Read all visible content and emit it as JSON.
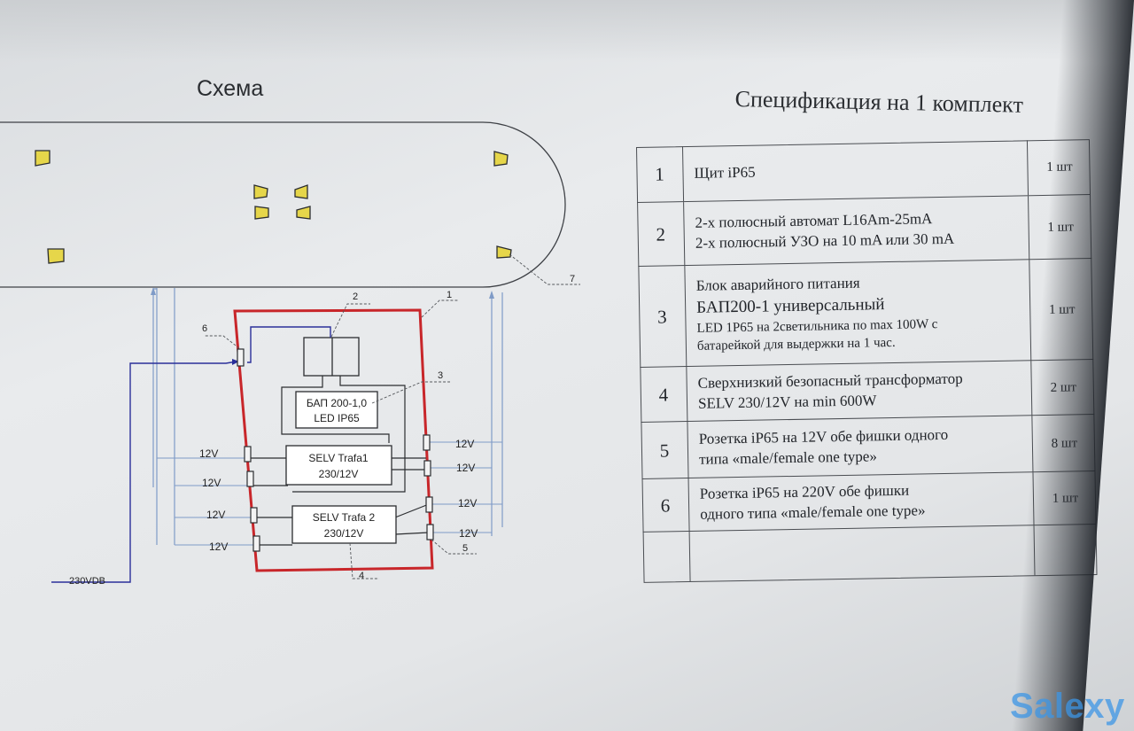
{
  "titles": {
    "schema": "Схема",
    "spec": "Спецификация на 1 комплект"
  },
  "diagram": {
    "panel_block": {
      "line1": "БАП 200-1,0",
      "line2": "LED IP65"
    },
    "trafo1": {
      "line1": "SELV Trafa1",
      "line2": "230/12V"
    },
    "trafo2": {
      "line1": "SELV Trafa 2",
      "line2": "230/12V"
    },
    "voltage_label": "12V",
    "supply_label": "230VDB",
    "callouts": [
      "1",
      "2",
      "3",
      "4",
      "5",
      "6",
      "7"
    ]
  },
  "spec_rows": [
    {
      "num": "1",
      "lines": [
        "Щит iP65"
      ],
      "qty": "1 шт"
    },
    {
      "num": "2",
      "lines": [
        "2-х полюсный автомат L16Am-25mA",
        "2-х полюсный УЗО на 10 mA или 30 mA"
      ],
      "qty": "1 шт"
    },
    {
      "num": "3",
      "lines": [
        "Блок аварийного питания",
        "БАП200-1 универсальный",
        "LED 1P65 на 2светильника по max 100W с",
        "батарейкой для выдержки на 1 час."
      ],
      "qty": "1 шт"
    },
    {
      "num": "4",
      "lines": [
        "Сверхнизкий безопасный трансформатор",
        "SELV 230/12V на min 600W"
      ],
      "qty": "2 шт"
    },
    {
      "num": "5",
      "lines": [
        "Розетка iP65 на 12V обе фишки одного",
        "типа «male/female one type»"
      ],
      "qty": "8 шт"
    },
    {
      "num": "6",
      "lines": [
        "Розетка iP65 на 220V обе фишки",
        "одного типа «male/female one type»"
      ],
      "qty": "1 шт"
    },
    {
      "num": "",
      "lines": [
        ""
      ],
      "qty": ""
    }
  ],
  "watermark": "Salexy",
  "colors": {
    "enclosure": "#c8262a",
    "wire_blue": "#2a2f9a",
    "wire_light": "#7f9bc7",
    "lamp_fill": "#e6d64a"
  }
}
